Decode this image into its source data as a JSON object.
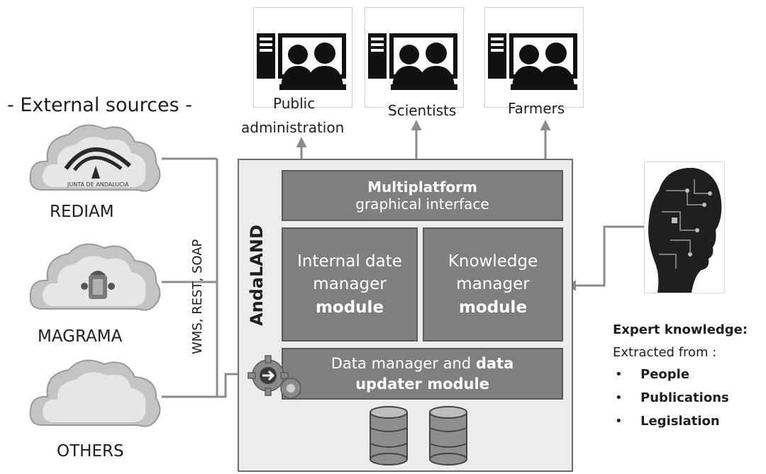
{
  "sources": {
    "title": "- External sources -",
    "items": [
      {
        "label": "REDIAM",
        "logo_text": "JUNTA DE ANDALUCIA"
      },
      {
        "label": "MAGRAMA"
      },
      {
        "label": "OTHERS"
      }
    ],
    "protocols": "WMS, REST, SOAP"
  },
  "users": [
    {
      "line1": "Public",
      "line2": "administration"
    },
    {
      "line1": "Scientists"
    },
    {
      "line1": "Farmers"
    }
  ],
  "system": {
    "name": "AndaLAND",
    "interface": {
      "bold": "Multiplatform",
      "normal": "graphical interface"
    },
    "internal": {
      "line1": "Internal date",
      "line2": "manager",
      "bold": "module"
    },
    "knowledge": {
      "line1": "Knowledge",
      "line2": "manager",
      "bold": "module"
    },
    "updater": {
      "part1": "Data manager and ",
      "bold1": "data",
      "bold2": "updater module"
    }
  },
  "expert": {
    "title": "Expert knowledge:",
    "subtitle": "Extracted from :",
    "items": [
      "People",
      "Publications",
      "Legislation"
    ]
  },
  "colors": {
    "module_fill": "#7f7f7f",
    "frame_fill": "#ececec",
    "line": "#8c8c8c"
  }
}
